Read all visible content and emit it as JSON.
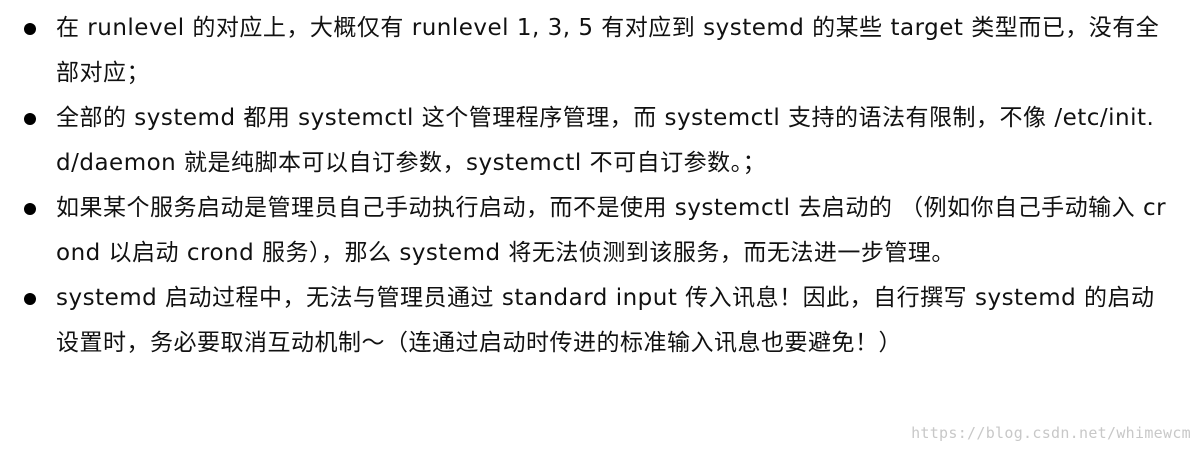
{
  "bullets": [
    {
      "text": "在 runlevel 的对应上，大概仅有 runlevel 1, 3, 5 有对应到 systemd 的某些 target 类型而已，没有全部对应；"
    },
    {
      "text": "全部的 systemd 都用 systemctl 这个管理程序管理，而 systemctl 支持的语法有限制，不像 /etc/init.d/daemon 就是纯脚本可以自订参数，systemctl 不可自订参数。；"
    },
    {
      "text": "如果某个服务启动是管理员自己手动执行启动，而不是使用 systemctl 去启动的 （例如你自己手动输入 crond 以启动 crond 服务），那么 systemd 将无法侦测到该服务，而无法进一步管理。"
    },
    {
      "text": "systemd 启动过程中，无法与管理员通过 standard input 传入讯息！因此，自行撰写 systemd 的启动设置时，务必要取消互动机制～（连通过启动时传进的标准输入讯息也要避免！）"
    }
  ],
  "watermark": "https://blog.csdn.net/whimewcm"
}
